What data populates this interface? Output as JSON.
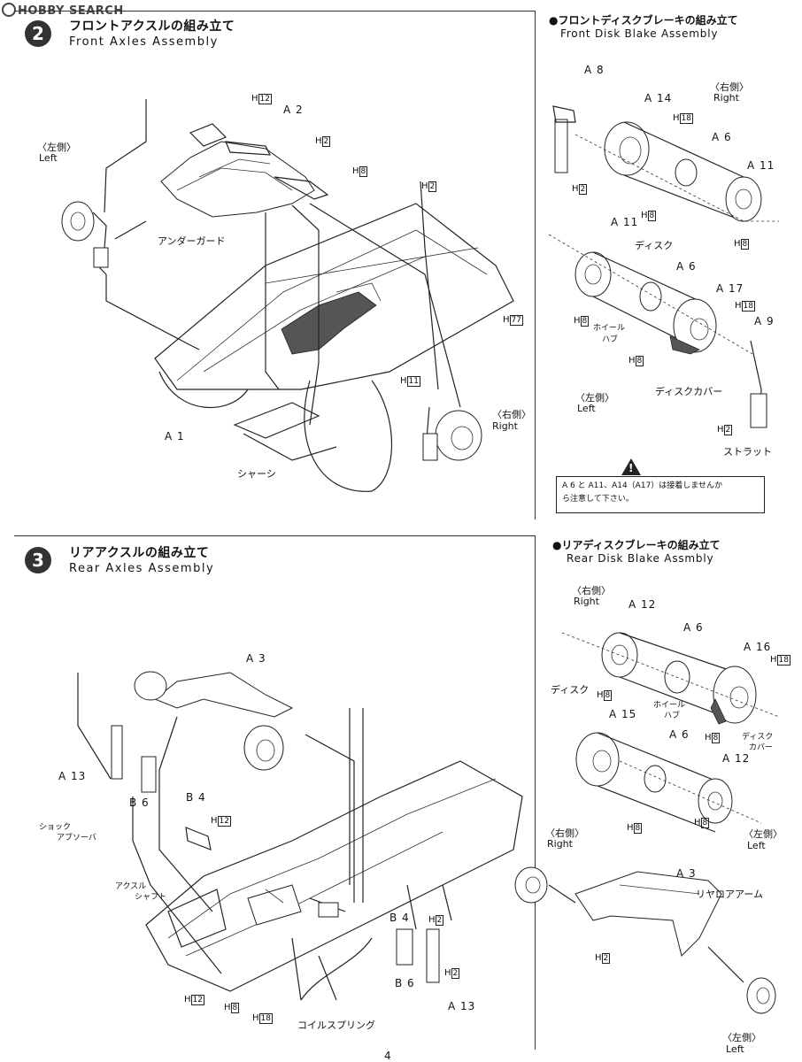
{
  "watermark": "HOBBY SEARCH",
  "page_number": "4",
  "steps": [
    {
      "number": "2",
      "title_jp": "フロントアクスルの組み立て",
      "title_en": "Front Axles Assembly"
    },
    {
      "number": "3",
      "title_jp": "リアアクスルの組み立て",
      "title_en": "Rear Axles Assembly"
    }
  ],
  "front_disk": {
    "title_jp": "●フロントディスクブレーキの組み立て",
    "title_en": "Front Disk Blake Assembly"
  },
  "rear_disk": {
    "title_jp": "●リアディスクブレーキの組み立て",
    "title_en": "Rear Disk Blake Assmbly"
  },
  "labels": {
    "left_jp": "〈左側〉",
    "left_en": "Left",
    "right_jp": "〈右側〉",
    "right_en": "Right",
    "under_guard": "アンダーガード",
    "chassis": "シャーシ",
    "disk": "ディスク",
    "wheel_hub_1": "ホイール",
    "wheel_hub_2": "ハブ",
    "disk_cover": "ディスクカバー",
    "disk_cover_1": "ディスク",
    "disk_cover_2": "カバー",
    "strut": "ストラット",
    "shock_1": "ショック",
    "shock_2": "アブソーバ",
    "axle_1": "アクスル",
    "axle_2": "シャフト",
    "coil_spring": "コイルスプリング",
    "rear_arm": "リヤロアアーム"
  },
  "parts": {
    "A1": "A 1",
    "A2": "A 2",
    "A3": "A 3",
    "A6": "A 6",
    "A8": "A 8",
    "A9": "A 9",
    "A11": "A 11",
    "A12": "A 12",
    "A13": "A 13",
    "A14": "A 14",
    "A15": "A 15",
    "A16": "A 16",
    "A17": "A 17",
    "B4": "B 4",
    "B6": "B 6"
  },
  "hardware": {
    "h2": "2",
    "h8": "8",
    "h11": "11",
    "h12": "12",
    "h18": "18",
    "h77": "77",
    "prefix": "H"
  },
  "caution": {
    "line1": "A 6 と A11、A14（A17）は接着しませんか",
    "line2": "ら注意して下さい。"
  }
}
